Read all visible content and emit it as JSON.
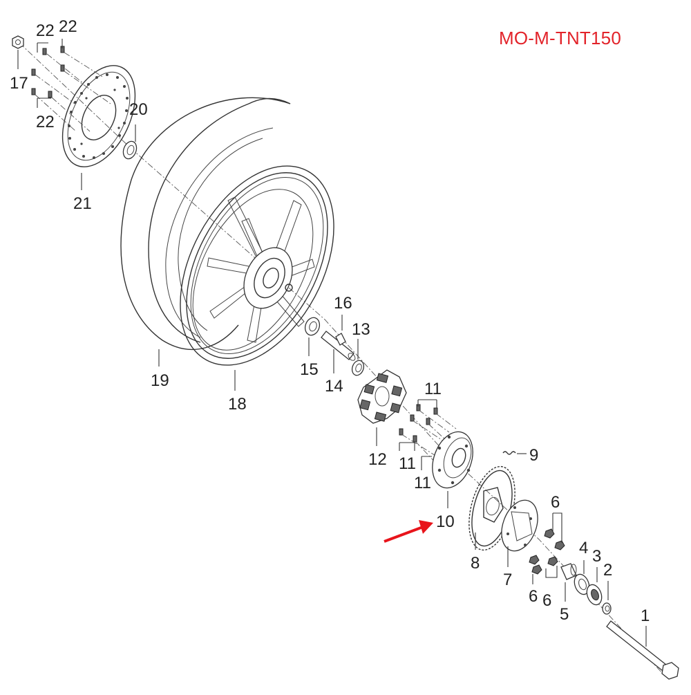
{
  "model_code": "MO-M-TNT150",
  "colors": {
    "model_code": "#e2232a",
    "arrow": "#e8141b",
    "line": "#333333"
  },
  "callouts": {
    "n1": "1",
    "n2": "2",
    "n3": "3",
    "n4": "4",
    "n5": "5",
    "n6a": "6",
    "n6b": "6",
    "n6c": "6",
    "n7": "7",
    "n8": "8",
    "n9": "9",
    "n10": "10",
    "n11a": "11",
    "n11b": "11",
    "n11c": "11",
    "n12": "12",
    "n13": "13",
    "n14": "14",
    "n15": "15",
    "n16": "16",
    "n17": "17",
    "n18": "18",
    "n19": "19",
    "n20": "20",
    "n21": "21",
    "n22a": "22",
    "n22b": "22",
    "n22c": "22"
  },
  "highlight": {
    "part": "10",
    "indicator": "red-arrow"
  }
}
